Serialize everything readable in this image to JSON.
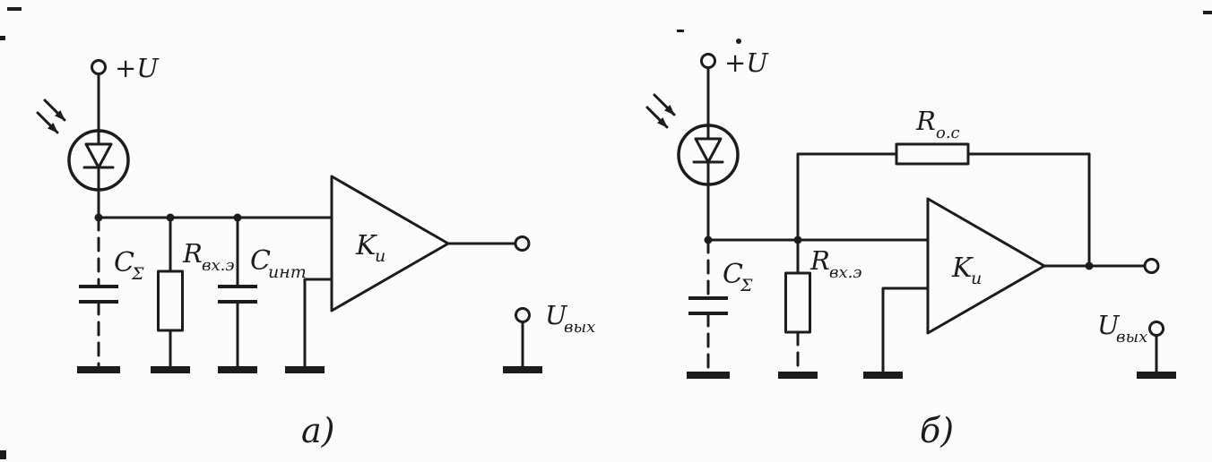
{
  "figure": {
    "colors": {
      "ink": "#1c1c1c",
      "background": "#fcfcfa"
    },
    "circuits": [
      {
        "caption": "а)",
        "supply_label": "+U",
        "components": {
          "c_sigma": {
            "main": "C",
            "sub": "Σ"
          },
          "r_input": {
            "main": "R",
            "sub": "вх.э"
          },
          "c_int": {
            "main": "C",
            "sub": "инт"
          },
          "amplifier": {
            "main": "K",
            "sub": "и"
          },
          "output": {
            "main": "U",
            "sub": "вых"
          }
        }
      },
      {
        "caption": "б)",
        "supply_label": "+U",
        "components": {
          "c_sigma": {
            "main": "C",
            "sub": "Σ"
          },
          "r_input": {
            "main": "R",
            "sub": "вх.э"
          },
          "r_feedback": {
            "main": "R",
            "sub": "о.с"
          },
          "amplifier": {
            "main": "K",
            "sub": "и"
          },
          "output": {
            "main": "U",
            "sub": "вых"
          }
        }
      }
    ]
  }
}
